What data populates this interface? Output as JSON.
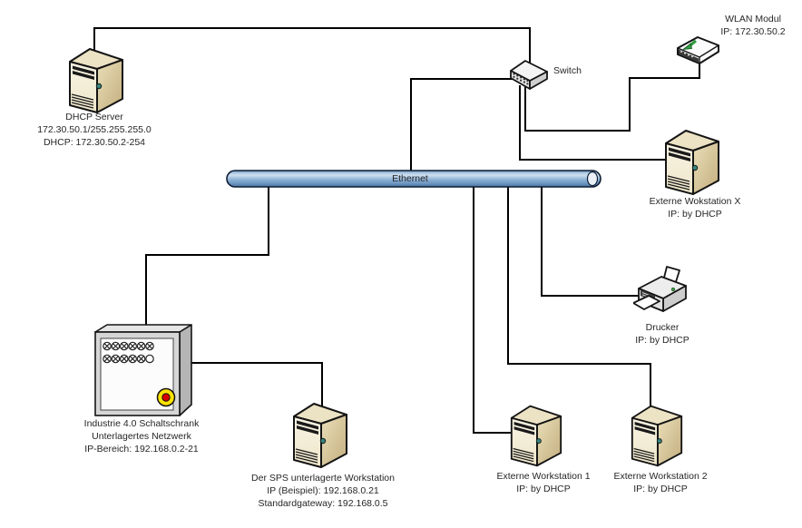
{
  "diagram_type": "network-topology",
  "bus": {
    "label": "Ethernet"
  },
  "nodes": {
    "dhcp_server": {
      "icon": "server-tower-icon",
      "lines": [
        "DHCP Server",
        "172.30.50.1/255.255.255.0",
        "DHCP: 172.30.50.2-254"
      ]
    },
    "switch": {
      "icon": "switch-icon",
      "lines": [
        "Switch"
      ]
    },
    "wlan_modul": {
      "icon": "wlan-module-icon",
      "lines": [
        "WLAN Modul",
        "IP: 172.30.50.2"
      ]
    },
    "externe_wokstation_x": {
      "icon": "workstation-tower-icon",
      "lines": [
        "Externe Wokstation X",
        "IP: by DHCP"
      ]
    },
    "drucker": {
      "icon": "printer-icon",
      "lines": [
        "Drucker",
        "IP: by DHCP"
      ]
    },
    "schaltschrank": {
      "icon": "control-cabinet-icon",
      "lines": [
        "Industrie 4.0 Schaltschrank",
        "Unterlagertes Netzwerk",
        "IP-Bereich: 192.168.0.2-21"
      ]
    },
    "sps_workstation": {
      "icon": "workstation-tower-icon",
      "lines": [
        "Der SPS unterlagerte Workstation",
        "IP (Beispiel): 192.168.0.21",
        "Standardgateway: 192.168.0.5"
      ]
    },
    "externe_workstation_1": {
      "icon": "workstation-tower-icon",
      "lines": [
        "Externe Workstation 1",
        "IP: by DHCP"
      ]
    },
    "externe_workstation_2": {
      "icon": "workstation-tower-icon",
      "lines": [
        "Externe Workstation 2",
        "IP: by DHCP"
      ]
    }
  },
  "colors": {
    "connector": "#000000",
    "bus_blue_mid": "#6d9ac6",
    "bus_blue_light": "#cfe0ef",
    "bus_blue_dark": "#46719d",
    "tower_front": "#f6f0dd",
    "tower_side": "#d6c596",
    "tower_top": "#ece2c4",
    "power_led_teal": "#37847c",
    "cabinet_grey": "#d6d6d6",
    "estop_yellow": "#ffe300",
    "estop_red": "#d40000",
    "wlan_green": "#2f9e3f",
    "text": "#262626"
  }
}
